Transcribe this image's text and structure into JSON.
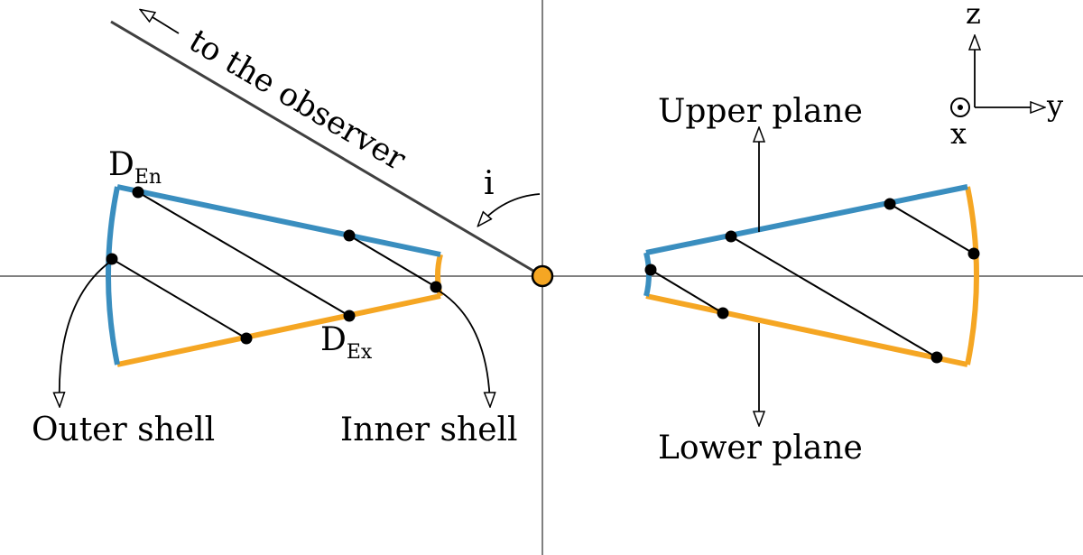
{
  "labels": {
    "observer": "to the observer",
    "inclination": "i",
    "d_en_main": "D",
    "d_en_sub": "En",
    "d_ex_main": "D",
    "d_ex_sub": "Ex",
    "outer_shell": "Outer shell",
    "inner_shell": "Inner shell",
    "upper_plane": "Upper plane",
    "lower_plane": "Lower plane",
    "axis_z": "z",
    "axis_y": "y",
    "axis_x": "x"
  },
  "colors": {
    "upper_plane": "#3a8ebf",
    "lower_plane": "#f5a623",
    "axes": "#808080",
    "observer_line": "#404040",
    "center": "#f5a623"
  }
}
